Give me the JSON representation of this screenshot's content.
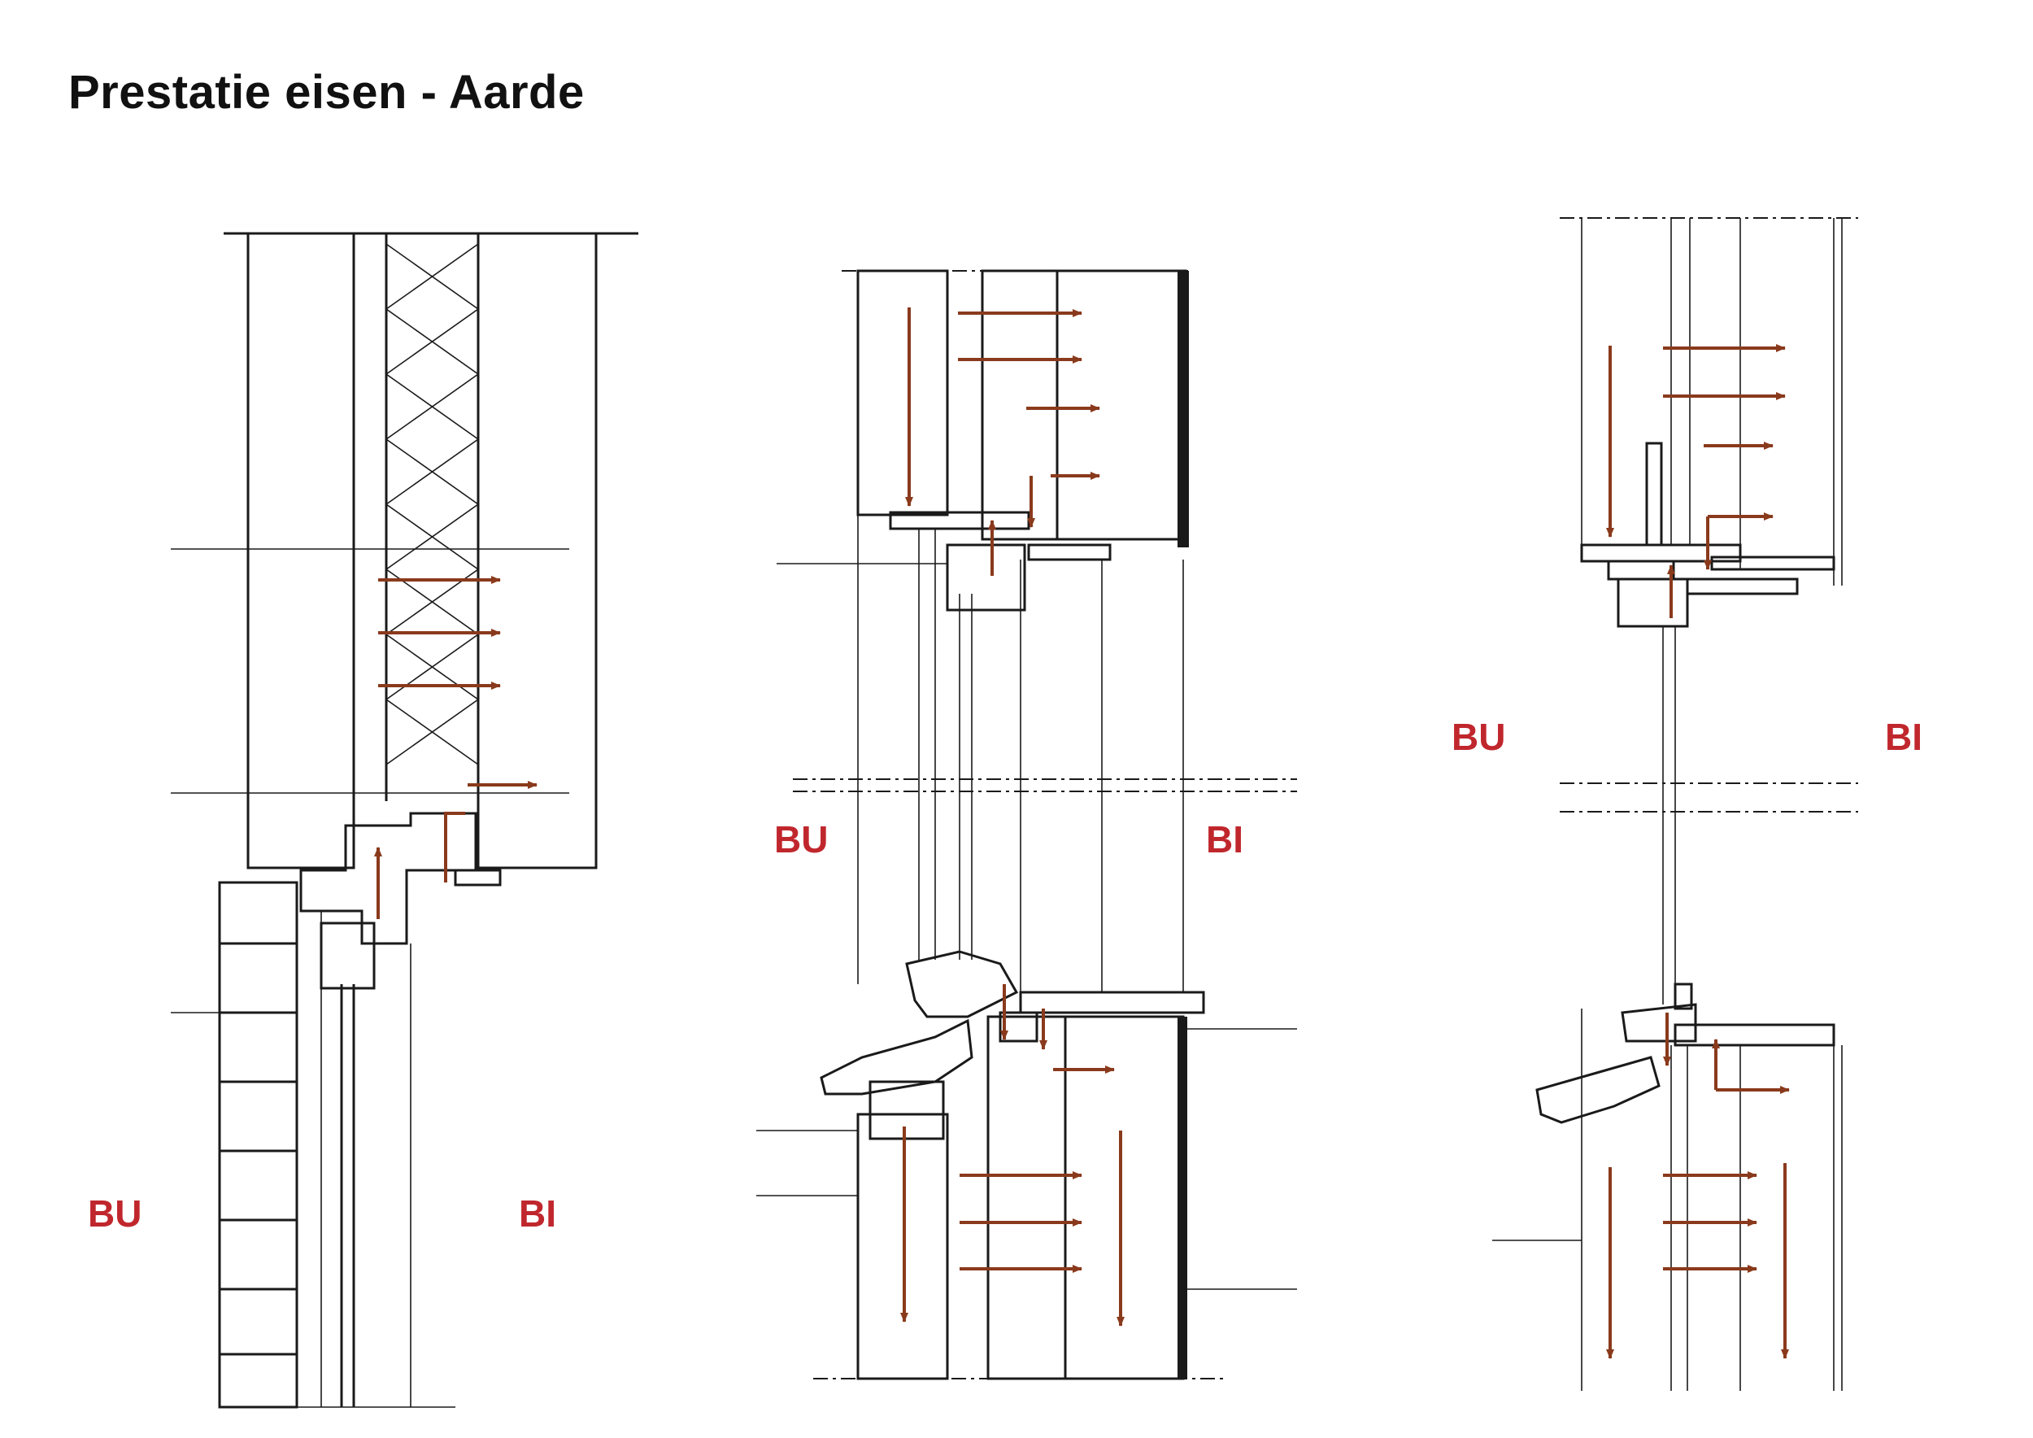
{
  "page": {
    "title": "Prestatie eisen - Aarde"
  },
  "colors": {
    "arrow": "#8a3a1c",
    "label": "#c0272d",
    "line": "#1a1a1a"
  },
  "details": [
    {
      "name": "detail-left",
      "outside_label": "BU",
      "inside_label": "BI"
    },
    {
      "name": "detail-middle",
      "outside_label": "BU",
      "inside_label": "BI"
    },
    {
      "name": "detail-right",
      "outside_label": "BU",
      "inside_label": "BI"
    }
  ]
}
